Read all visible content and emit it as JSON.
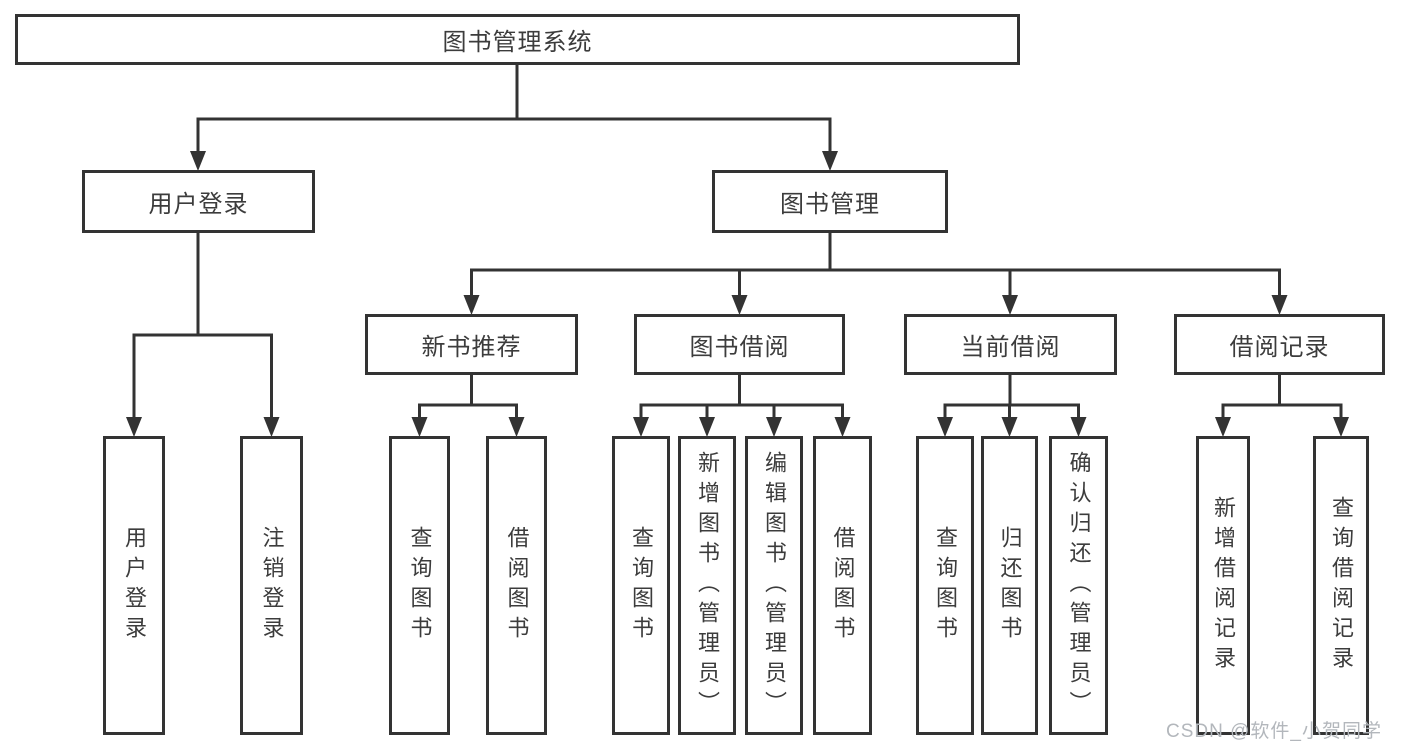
{
  "diagram": {
    "title": "图书管理系统",
    "watermark": "CSDN @软件_小贺同学",
    "colors": {
      "line": "#333333",
      "text": "#3c3c3c",
      "box_background": "#ffffff",
      "page_background": "#ffffff",
      "watermark": "#b3b7bc"
    },
    "nodes": {
      "root": "图书管理系统",
      "user_login": "用户登录",
      "book_management": "图书管理",
      "new_book_recommendation": "新书推荐",
      "book_borrowing": "图书借阅",
      "current_borrowing": "当前借阅",
      "borrowing_records": "借阅记录",
      "login_user_login": "用户登录",
      "login_logout": "注销登录",
      "recommend_query_books": "查询图书",
      "recommend_borrow_books": "借阅图书",
      "borrow_query_books": "查询图书",
      "borrow_add_books": "新增图书（管理员）",
      "borrow_edit_books": "编辑图书（管理员）",
      "borrow_borrow_books": "借阅图书",
      "current_query_books": "查询图书",
      "current_return_books": "归还图书",
      "current_confirm_return": "确认归还（管理员）",
      "records_add_record": "新增借阅记录",
      "records_query_record": "查询借阅记录"
    },
    "hierarchy": {
      "图书管理系统": {
        "用户登录": [
          "用户登录",
          "注销登录"
        ],
        "图书管理": {
          "新书推荐": [
            "查询图书",
            "借阅图书"
          ],
          "图书借阅": [
            "查询图书",
            "新增图书（管理员）",
            "编辑图书（管理员）",
            "借阅图书"
          ],
          "当前借阅": [
            "查询图书",
            "归还图书",
            "确认归还（管理员）"
          ],
          "借阅记录": [
            "新增借阅记录",
            "查询借阅记录"
          ]
        }
      }
    }
  }
}
